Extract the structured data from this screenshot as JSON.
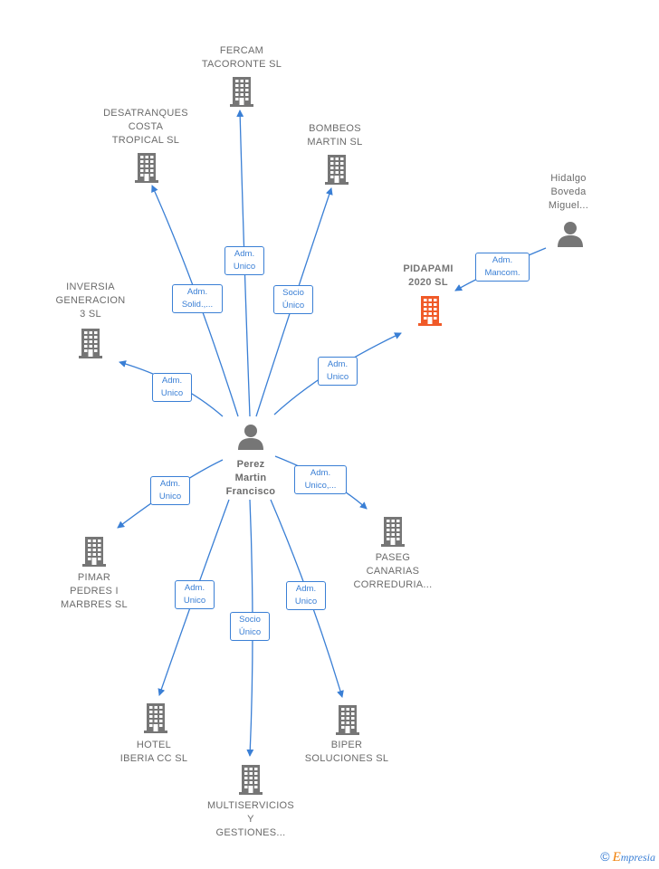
{
  "colors": {
    "edge": "#3a7fd5",
    "node_gray": "#767676",
    "highlight": "#f05a28"
  },
  "center": {
    "name": "Perez\nMartin\nFrancisco",
    "icon": "person-icon"
  },
  "companies": [
    {
      "id": "fercam",
      "name": "FERCAM\nTACORONTE SL",
      "icon": "building-icon"
    },
    {
      "id": "desatranques",
      "name": "DESATRANQUES\nCOSTA\nTROPICAL  SL",
      "icon": "building-icon"
    },
    {
      "id": "bombeos",
      "name": "BOMBEOS\nMARTIN SL",
      "icon": "building-icon"
    },
    {
      "id": "inversia",
      "name": "INVERSIA\nGENERACION\n3  SL",
      "icon": "building-icon"
    },
    {
      "id": "pidapami",
      "name": "PIDAPAMI\n2020  SL",
      "icon": "building-icon",
      "highlight": true
    },
    {
      "id": "pimar",
      "name": "PIMAR\nPEDRES I\nMARBRES SL",
      "icon": "building-icon"
    },
    {
      "id": "paseg",
      "name": "PASEG\nCANARIAS\nCORREDURIA...",
      "icon": "building-icon"
    },
    {
      "id": "hotel",
      "name": "HOTEL\nIBERIA CC SL",
      "icon": "building-icon"
    },
    {
      "id": "multiservicios",
      "name": "MULTISERVICIOS\nY\nGESTIONES...",
      "icon": "building-icon"
    },
    {
      "id": "biper",
      "name": "BIPER\nSOLUCIONES SL",
      "icon": "building-icon"
    }
  ],
  "people": [
    {
      "id": "hidalgo",
      "name": "Hidalgo\nBoveda\nMiguel...",
      "icon": "person-icon"
    }
  ],
  "edges": [
    {
      "to": "fercam",
      "label": "Adm.\nUnico"
    },
    {
      "to": "desatranques",
      "label": "Adm.\nSolid.,..."
    },
    {
      "to": "bombeos",
      "label": "Socio\nÚnico"
    },
    {
      "to": "inversia",
      "label": "Adm.\nUnico"
    },
    {
      "to": "pidapami",
      "label": "Adm.\nUnico"
    },
    {
      "from": "hidalgo",
      "to": "pidapami",
      "label": "Adm.\nMancom."
    },
    {
      "to": "pimar",
      "label": "Adm.\nUnico"
    },
    {
      "to": "paseg",
      "label": "Adm.\nUnico,..."
    },
    {
      "to": "hotel",
      "label": "Adm.\nUnico"
    },
    {
      "to": "multiservicios",
      "label": "Socio\nÚnico"
    },
    {
      "to": "biper",
      "label": "Adm.\nUnico"
    }
  ],
  "brand": {
    "copyright": "©",
    "name_first": "E",
    "name_rest": "mpresia"
  }
}
